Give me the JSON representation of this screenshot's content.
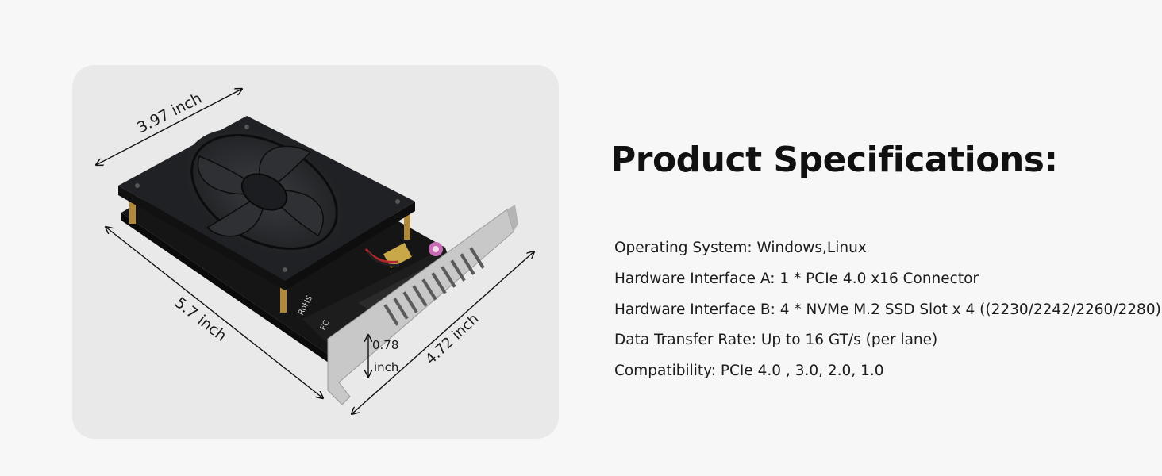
{
  "product_image": {
    "alt_icon": "pcie-nvme-adapter-card",
    "dimensions": {
      "top_edge": "3.97 inch",
      "left_edge": "5.7 inch",
      "bracket_edge": "4.72 inch",
      "height_value": "0.78",
      "height_unit": "inch"
    },
    "board_markings": [
      "RoHS",
      "FC"
    ]
  },
  "specs": {
    "title": "Product Specifications:",
    "items": [
      "Operating System: Windows,Linux",
      "Hardware Interface A: 1 * PCIe 4.0 x16 Connector",
      "Hardware Interface B: 4 * NVMe M.2 SSD Slot x 4 ((2230/2242/2260/2280)",
      "Data Transfer Rate: Up to 16 GT/s (per lane)",
      "Compatibility: PCIe 4.0 , 3.0,   2.0,   1.0"
    ]
  }
}
